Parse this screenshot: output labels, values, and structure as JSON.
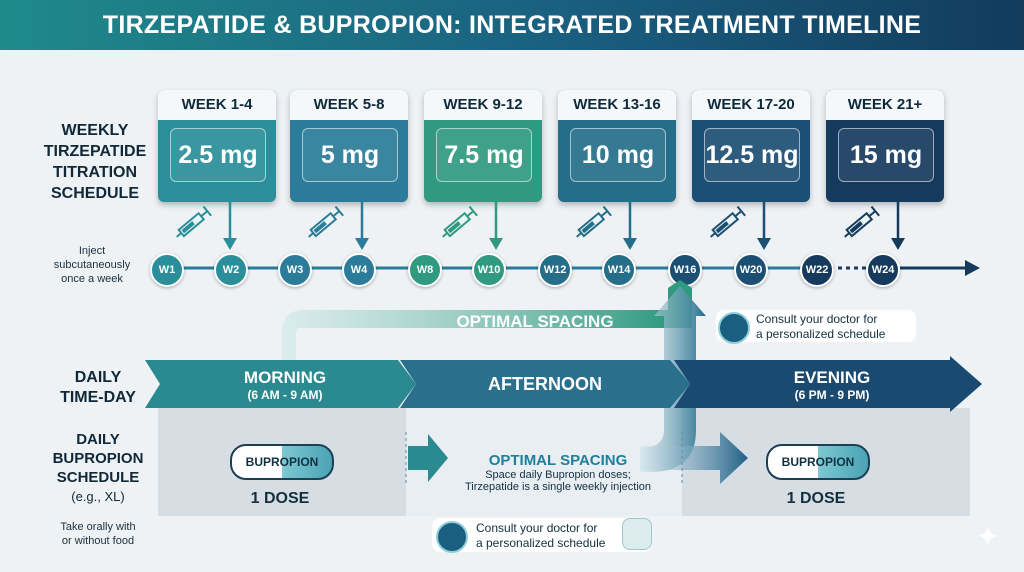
{
  "title": "TIRZEPATIDE & BUPROPION: INTEGRATED TREATMENT TIMELINE",
  "weekly_label": [
    "WEEKLY",
    "TIRZEPATIDE",
    "TITRATION",
    "SCHEDULE"
  ],
  "inject_note": [
    "Inject",
    "subcutaneously",
    "once a week"
  ],
  "weeks": [
    {
      "label": "WEEK 1-4",
      "dose": "2.5 mg",
      "color": "#2a8f9a"
    },
    {
      "label": "WEEK 5-8",
      "dose": "5 mg",
      "color": "#2a7c9a"
    },
    {
      "label": "WEEK 9-12",
      "dose": "7.5 mg",
      "color": "#2f9a7f"
    },
    {
      "label": "WEEK 13-16",
      "dose": "10 mg",
      "color": "#246e8a"
    },
    {
      "label": "WEEK 17-20",
      "dose": "12.5 mg",
      "color": "#1c4f74"
    },
    {
      "label": "WEEK 21+",
      "dose": "15 mg",
      "color": "#163a5e"
    }
  ],
  "timeline_nodes": [
    {
      "label": "W1",
      "color": "#2a8f9a"
    },
    {
      "label": "W2",
      "color": "#2a8f9a"
    },
    {
      "label": "W3",
      "color": "#2a7c9a"
    },
    {
      "label": "W4",
      "color": "#2a7c9a"
    },
    {
      "label": "W8",
      "color": "#2f9a7f"
    },
    {
      "label": "W10",
      "color": "#2f9a7f"
    },
    {
      "label": "W12",
      "color": "#246e8a"
    },
    {
      "label": "W14",
      "color": "#246e8a"
    },
    {
      "label": "W16",
      "color": "#1c4f74"
    },
    {
      "label": "W20",
      "color": "#1c4f74"
    },
    {
      "label": "W22",
      "color": "#163a5e"
    },
    {
      "label": "W24",
      "color": "#163a5e"
    }
  ],
  "optimal_spacing_top": "OPTIMAL SPACING",
  "consult_top": [
    "Consult your doctor for",
    "a personalized schedule"
  ],
  "daily_time_label": [
    "DAILY",
    "TIME-DAY"
  ],
  "phases": {
    "morning": {
      "title": "MORNING",
      "time": "(6 AM - 9 AM)"
    },
    "afternoon": {
      "title": "AFTERNOON"
    },
    "evening": {
      "title": "EVENING",
      "time": "(6 PM - 9 PM)"
    }
  },
  "bupropion_label": [
    "DAILY",
    "BUPROPION",
    "SCHEDULE",
    "(e.g., XL)"
  ],
  "oral_note": [
    "Take orally with",
    "or without food"
  ],
  "pill_text": "BUPROPION",
  "dose_text": "1 DOSE",
  "optimal_spacing_mid": {
    "title": "OPTIMAL SPACING",
    "line1": "Space daily Bupropion doses;",
    "line2": "Tirzepatide is a single weekly injection"
  },
  "consult_bottom": [
    "Consult your doctor for",
    "a personalized schedule"
  ]
}
